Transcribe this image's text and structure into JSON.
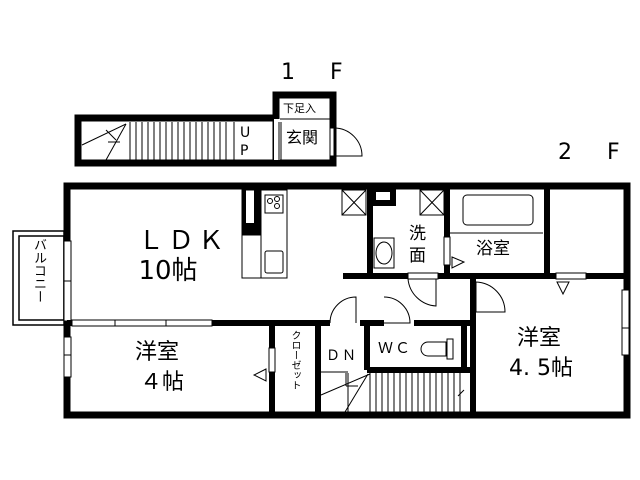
{
  "floors": {
    "first": {
      "label": "1 F"
    },
    "second": {
      "label": "2 F"
    }
  },
  "rooms": {
    "entrance_storage": {
      "label": "下足入"
    },
    "entrance": {
      "label": "玄関"
    },
    "stair_up": {
      "label": "U\nP",
      "line1": "U",
      "line2": "P"
    },
    "ldk": {
      "line1": "ＬＤＫ",
      "line2": "10帖"
    },
    "balcony": {
      "label": "バルコニー"
    },
    "washroom": {
      "line1": "洗",
      "line2": "面"
    },
    "bathroom": {
      "label": "浴室"
    },
    "western_room_4": {
      "line1": "洋室",
      "line2": "４帖"
    },
    "closet": {
      "label": "クローゼット"
    },
    "stair_down": {
      "label": "ＤＮ"
    },
    "toilet": {
      "label": "ＷＣ"
    },
    "western_room_45": {
      "line1": "洋室",
      "line2": "4. 5帖"
    }
  },
  "colors": {
    "wall": "#000000",
    "background": "#ffffff"
  }
}
